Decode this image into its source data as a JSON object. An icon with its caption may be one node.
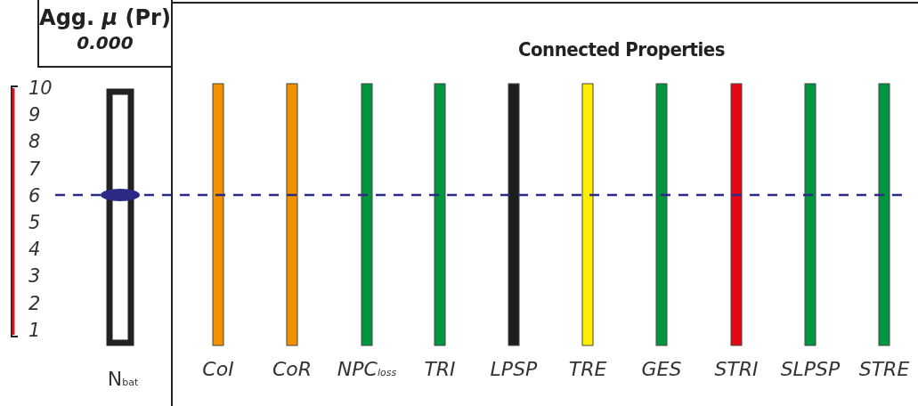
{
  "diagram": {
    "nodes": [
      {
        "text": [
          "Agg. *μ* (Pr)",
          "0.000"
        ]
      },
      {
        "text": [
          "N$_{bat}$"
        ]
      },
      {
        "text": [
          "CoI"
        ]
      },
      {
        "text": [
          "CoR"
        ]
      },
      {
        "text": [
          "NPC$_{loss}$"
        ]
      },
      {
        "text": [
          "TRI"
        ]
      },
      {
        "text": [
          "LPSP"
        ]
      },
      {
        "text": [
          "TRE"
        ]
      },
      {
        "text": [
          "GES"
        ]
      },
      {
        "text": [
          "STRI"
        ]
      },
      {
        "text": [
          "SLPSP"
        ]
      },
      {
        "text": [
          "STRE"
        ]
      }
    ],
    "labels": [
      "Connected Properties",
      "10",
      "9",
      "8",
      "7",
      "6",
      "5",
      "4",
      "3",
      "2",
      "1"
    ]
  }
}
